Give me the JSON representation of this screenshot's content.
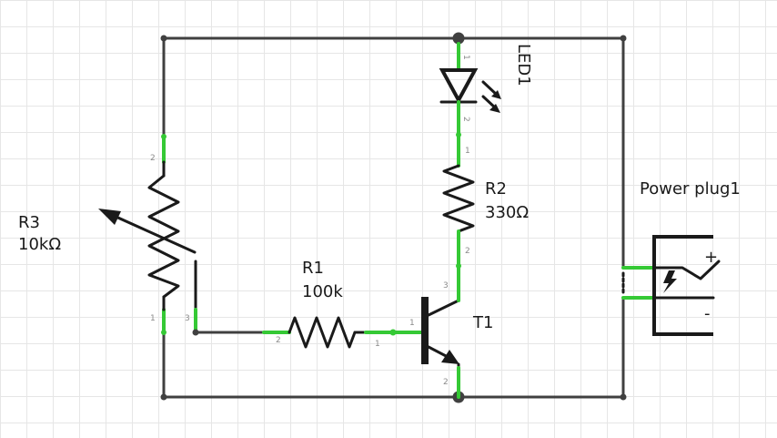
{
  "components": {
    "r3": {
      "name": "R3",
      "value": "10kΩ"
    },
    "r1": {
      "name": "R1",
      "value": "100k"
    },
    "r2": {
      "name": "R2",
      "value": "330Ω"
    },
    "led1": {
      "name": "LED1"
    },
    "t1": {
      "name": "T1"
    },
    "power": {
      "name": "Power plug1",
      "plus": "+",
      "minus": "-"
    }
  },
  "pins": {
    "r3_top": "2",
    "r3_bottom": "1",
    "r3_wiper": "3",
    "r1_left": "2",
    "r1_right": "1",
    "r2_top": "1",
    "r2_bottom": "2",
    "led_anode": "1",
    "led_cathode": "2",
    "t1_base": "1",
    "t1_collector": "3",
    "t1_emitter": "2"
  },
  "colors": {
    "wire": "#404040",
    "pin": "#35c935",
    "grid": "#e6e6e6"
  }
}
